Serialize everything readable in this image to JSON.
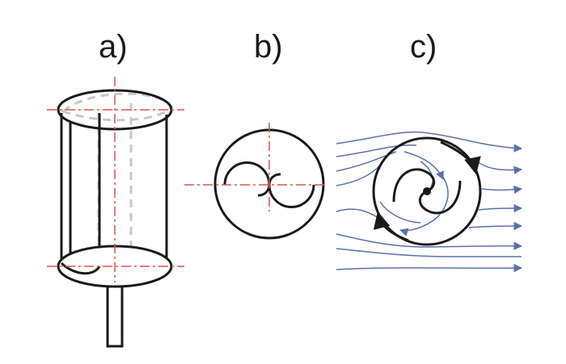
{
  "panels": {
    "a": {
      "label": "a)"
    },
    "b": {
      "label": "b)"
    },
    "c": {
      "label": "c)"
    }
  },
  "colors": {
    "outline": "#1a1a1a",
    "hidden_line": "#c8c8c8",
    "centerline": "#d9534f",
    "flow": "#5b72a8"
  }
}
